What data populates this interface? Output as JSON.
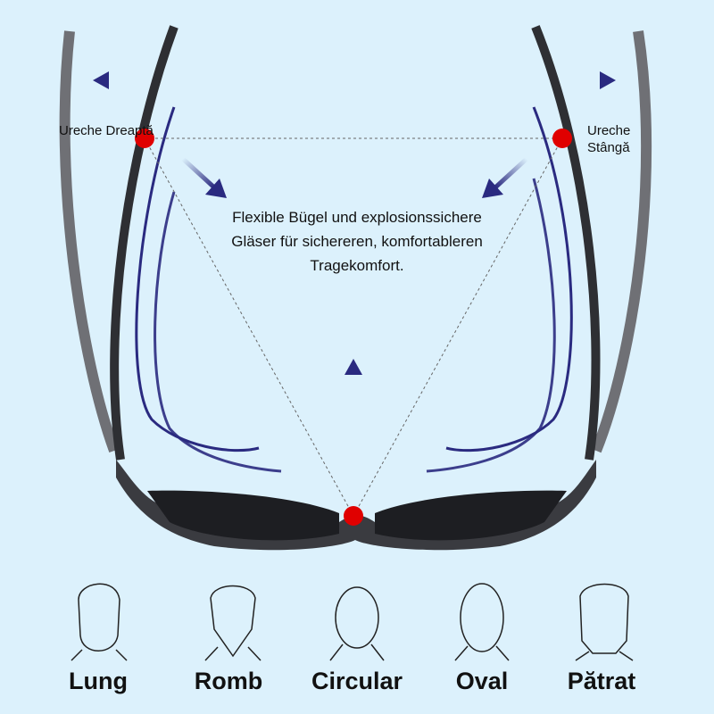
{
  "labels": {
    "right_ear": "Ureche Dreaptă",
    "left_ear": "Ureche Stângă"
  },
  "description": [
    "Flexible Bügel und explosionssichere",
    "Gläser für sichereren, komfortableren",
    "Tragekomfort."
  ],
  "face_shapes": [
    "Lung",
    "Romb",
    "Circular",
    "Oval",
    "Pătrat"
  ],
  "colors": {
    "background": "#dcf1fc",
    "arrow": "#2a2a80",
    "dot": "#e00000",
    "frame": "#3a3b40"
  }
}
